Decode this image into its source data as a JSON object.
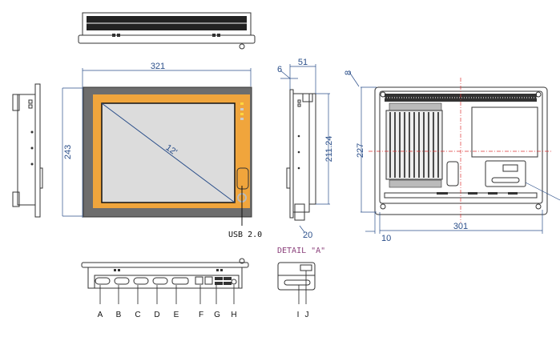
{
  "dimensions": {
    "width": "321",
    "height": "243",
    "diagonal": "12'",
    "bezel_depth": "6",
    "depth": "51",
    "side_height": "211.24",
    "bottom_offset": "20",
    "top_offset": "8",
    "rear_height": "227",
    "rear_width": "301",
    "rear_offset": "10"
  },
  "callouts": {
    "usb": "USB 2.0",
    "detail": "DETAIL \"A\""
  },
  "port_labels": [
    "A",
    "B",
    "C",
    "D",
    "E",
    "F",
    "G",
    "H"
  ],
  "detail_labels": [
    "I",
    "J"
  ],
  "colors": {
    "bezel": "#f0a53c",
    "frame": "#6d6d6d",
    "screen": "#dcdcdc",
    "dimension": "#2b4f8a",
    "centerline": "#dd3333"
  }
}
